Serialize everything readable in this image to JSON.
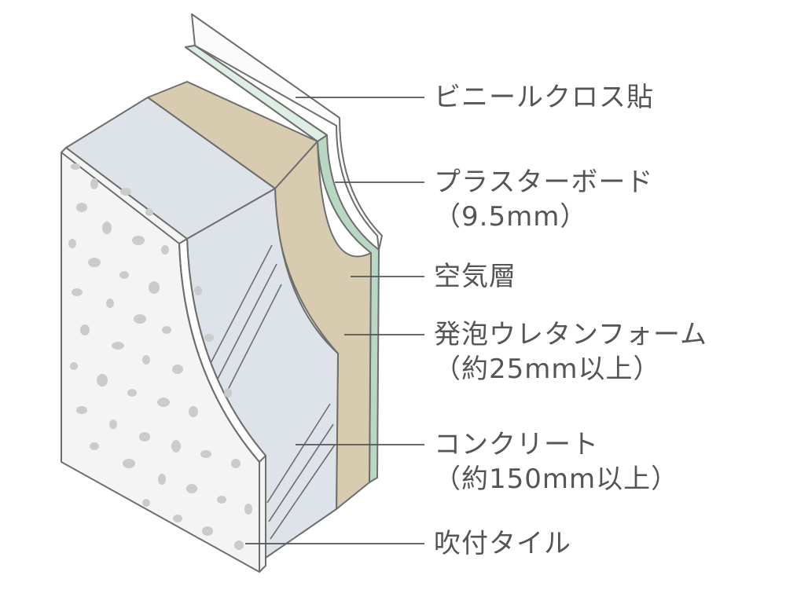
{
  "colors": {
    "outline": "#6e6e6e",
    "concrete_face": "#dde3e8",
    "tile_face": "#f4f4f4",
    "tile_dots": "#c9cbcc",
    "urethane": "#d8ccb0",
    "plaster_board": "#b9d8c4",
    "vinyl_cloth": "#fbfbfb",
    "leader": "#555555",
    "text": "#555555"
  },
  "layers": [
    {
      "id": "vinyl",
      "label": "ビニールクロス貼",
      "sub": ""
    },
    {
      "id": "board",
      "label": "プラスターボード",
      "sub": "（9.5mm）"
    },
    {
      "id": "air",
      "label": "空気層",
      "sub": ""
    },
    {
      "id": "urethane",
      "label": "発泡ウレタンフォーム",
      "sub": "（約25mm以上）"
    },
    {
      "id": "concrete",
      "label": "コンクリート",
      "sub": "（約150mm以上）"
    },
    {
      "id": "tile",
      "label": "吹付タイル",
      "sub": ""
    }
  ]
}
